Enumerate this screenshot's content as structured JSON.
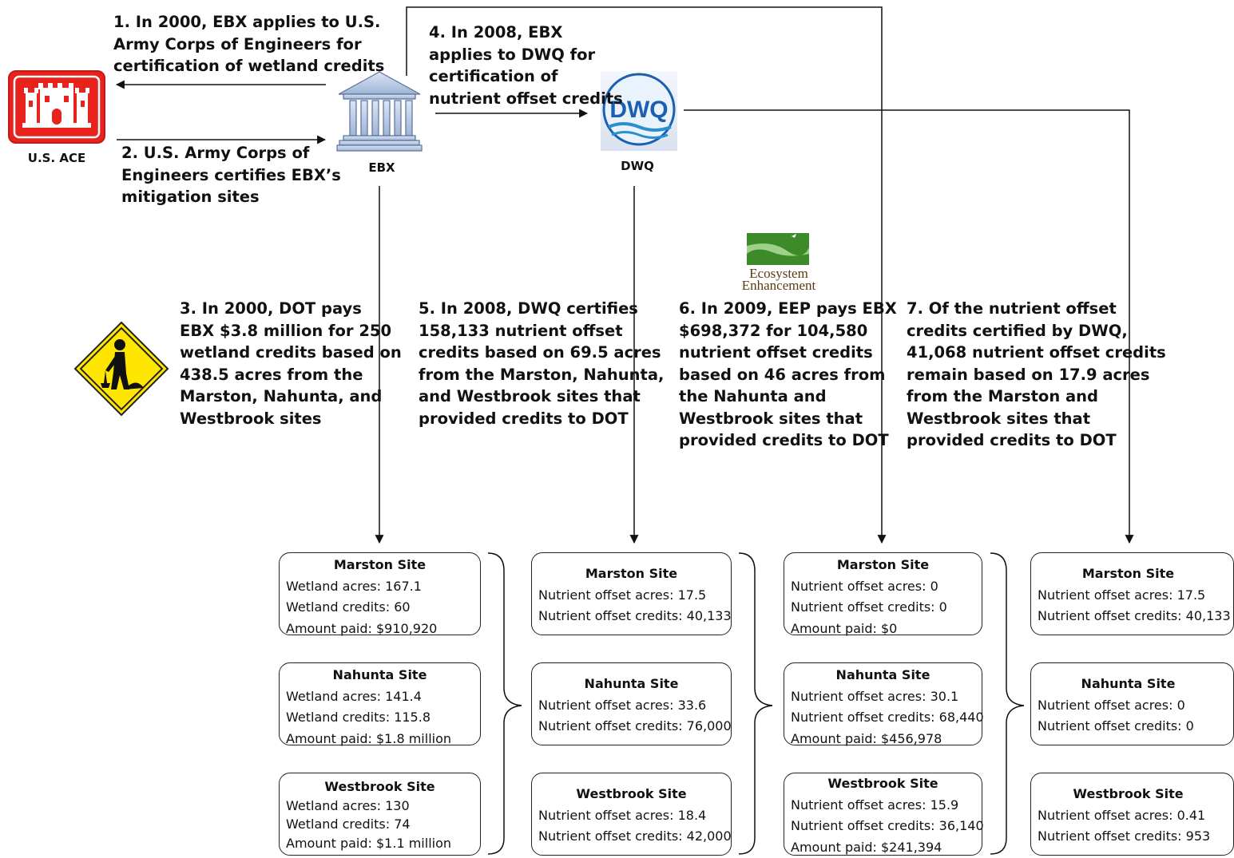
{
  "actors": {
    "usace": "U.S. ACE",
    "ebx": "EBX",
    "dwq": "DWQ",
    "dwq_logo": "DWQ",
    "eep_logo_line1": "Ecosystem",
    "eep_logo_line2": "Enhancement"
  },
  "steps": {
    "s1": [
      "1. In 2000, EBX applies to U.S.",
      "Army Corps of Engineers  for",
      "certification of wetland credits"
    ],
    "s2": [
      "2. U.S. Army Corps of",
      "Engineers certifies EBX’s",
      "mitigation sites"
    ],
    "s3": [
      "3. In 2000, DOT pays",
      "EBX $3.8 million for 250",
      "wetland credits based on",
      "438.5 acres from the",
      "Marston, Nahunta, and",
      "Westbrook sites"
    ],
    "s4": [
      "4. In 2008, EBX",
      "applies to DWQ for",
      "certification of",
      "nutrient offset credits"
    ],
    "s5": [
      "5. In 2008, DWQ certifies",
      "158,133 nutrient offset",
      "credits based on 69.5 acres",
      "from the Marston, Nahunta,",
      "and Westbrook sites that",
      "provided credits to DOT"
    ],
    "s6": [
      "6. In 2009, EEP pays EBX",
      "$698,372 for 104,580",
      "nutrient offset credits",
      "based on 46 acres from",
      "the Nahunta and",
      "Westbrook sites that",
      "provided credits to DOT"
    ],
    "s7": [
      "7. Of the nutrient offset",
      "credits certified by DWQ,",
      "41,068 nutrient offset credits",
      "remain based on 17.9 acres",
      "from the Marston and",
      "Westbrook sites that",
      "provided credits to DOT"
    ]
  },
  "columns": {
    "c1": [
      {
        "title": "Marston Site",
        "lines": [
          "Wetland acres: 167.1",
          "Wetland credits: 60",
          "Amount paid: $910,920"
        ]
      },
      {
        "title": "Nahunta Site",
        "lines": [
          "Wetland acres: 141.4",
          "Wetland credits: 115.8",
          "Amount paid: $1.8 million"
        ]
      },
      {
        "title": "Westbrook Site",
        "lines": [
          "Wetland acres: 130",
          "Wetland credits: 74",
          "Amount paid: $1.1 million"
        ]
      }
    ],
    "c2": [
      {
        "title": "Marston Site",
        "lines": [
          "Nutrient offset acres: 17.5",
          "Nutrient offset credits: 40,133"
        ]
      },
      {
        "title": "Nahunta Site",
        "lines": [
          "Nutrient offset acres: 33.6",
          "Nutrient offset credits: 76,000"
        ]
      },
      {
        "title": "Westbrook Site",
        "lines": [
          "Nutrient offset acres: 18.4",
          "Nutrient offset credits: 42,000"
        ]
      }
    ],
    "c3": [
      {
        "title": "Marston Site",
        "lines": [
          "Nutrient offset acres: 0",
          "Nutrient offset credits: 0",
          "Amount paid: $0"
        ]
      },
      {
        "title": "Nahunta Site",
        "lines": [
          "Nutrient offset acres: 30.1",
          "Nutrient offset credits: 68,440",
          "Amount paid: $456,978"
        ]
      },
      {
        "title": "Westbrook Site",
        "lines": [
          "Nutrient offset acres: 15.9",
          "Nutrient offset credits: 36,140",
          "Amount paid: $241,394"
        ]
      }
    ],
    "c4": [
      {
        "title": "Marston Site",
        "lines": [
          "Nutrient offset acres: 17.5",
          "Nutrient offset credits: 40,133"
        ]
      },
      {
        "title": "Nahunta Site",
        "lines": [
          "Nutrient offset acres: 0",
          "Nutrient offset credits: 0"
        ]
      },
      {
        "title": "Westbrook Site",
        "lines": [
          "Nutrient offset acres: 0.41",
          "Nutrient offset credits: 953"
        ]
      }
    ]
  },
  "colors": {
    "usace_red": "#e8231e",
    "sign_yellow": "#ffe600",
    "eep_green": "#3c8a2a",
    "dwq_blue": "#1a5fb0"
  }
}
